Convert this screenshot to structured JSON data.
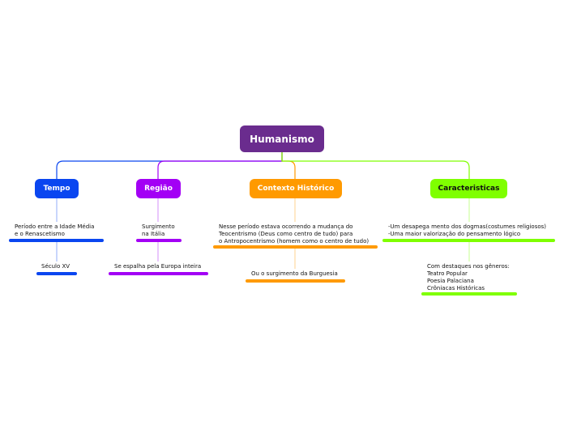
{
  "root": {
    "label": "Humanismo",
    "color": "#6a2c8e"
  },
  "branches": [
    {
      "label": "Tempo",
      "color": "#0a46f0",
      "children": [
        {
          "text": "Período entre a Idade Média\ne o Renascetismo"
        },
        {
          "text": "Século XV"
        }
      ]
    },
    {
      "label": "Região",
      "color": "#a300f5",
      "children": [
        {
          "text": "Surgimento\nna Itália"
        },
        {
          "text": "Se espalha pela Europa inteira"
        }
      ]
    },
    {
      "label": "Contexto Histórico",
      "color": "#ff9a00",
      "children": [
        {
          "text": "Nesse período estava ocorrendo a mudança do\nTeocentrismo (Deus como centro de tudo) para\no Antropocentrismo (homem como o centro de tudo)"
        },
        {
          "text": "Ou o surgimento da Burguesia"
        }
      ]
    },
    {
      "label": "Caracteristicas",
      "color": "#7fff00",
      "children": [
        {
          "text": "-Um desapega mento dos dogmas(costumes religiosos)\n-Uma maior valorização do pensamento lógico"
        },
        {
          "text": "Com destaques nos gêneros:\nTeatro Popular\nPoesia Palaciana\nCrôniacas Históricas"
        }
      ]
    }
  ]
}
